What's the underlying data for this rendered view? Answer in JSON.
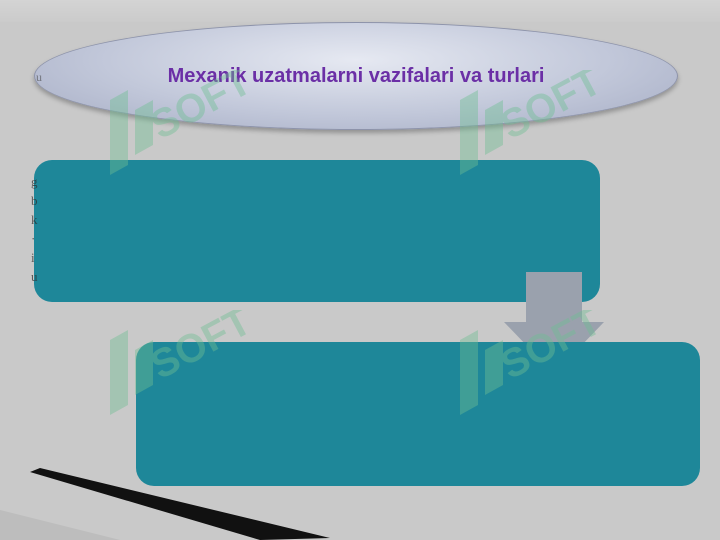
{
  "slide": {
    "title": "Mexanik uzatmalarni vazifalari va turlari",
    "boxes": [
      {
        "text": ""
      },
      {
        "text": ""
      }
    ],
    "arrow": {
      "icon": "down-arrow-icon",
      "direction": "down"
    },
    "watermark": {
      "text": "SOFT",
      "icon": "soft-logo-watermark"
    }
  },
  "colors": {
    "background": "#c9c9c9",
    "title_text": "#6b2fa6",
    "ellipse_fill": "#b8bfd3",
    "box_fill": "#1e8799",
    "arrow_fill": "#9aa1ad",
    "watermark": "#6fbf93"
  }
}
